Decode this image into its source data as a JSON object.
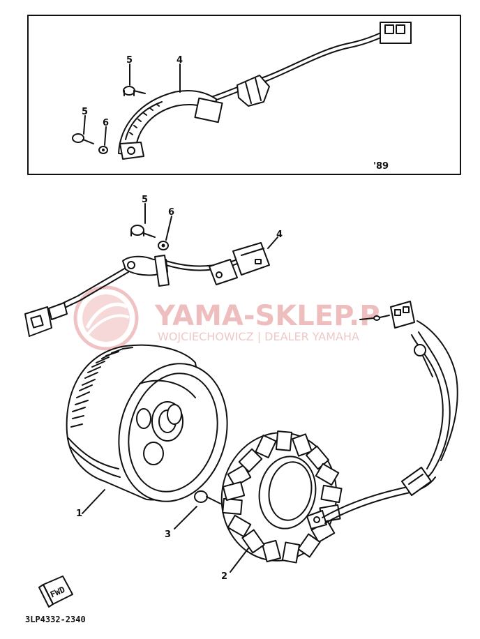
{
  "inset": {
    "year_label": "'89",
    "callouts": [
      "4",
      "5",
      "5",
      "6"
    ]
  },
  "main": {
    "callouts": [
      "5",
      "6",
      "4",
      "1",
      "3",
      "2"
    ]
  },
  "watermark": {
    "title": "YAMA-SKLEP.P",
    "subtitle": "WOJCIECHOWICZ | DEALER YAMAHA"
  },
  "footer": {
    "fwd_label": "FWD",
    "part_code": "3LP4332-2340"
  }
}
